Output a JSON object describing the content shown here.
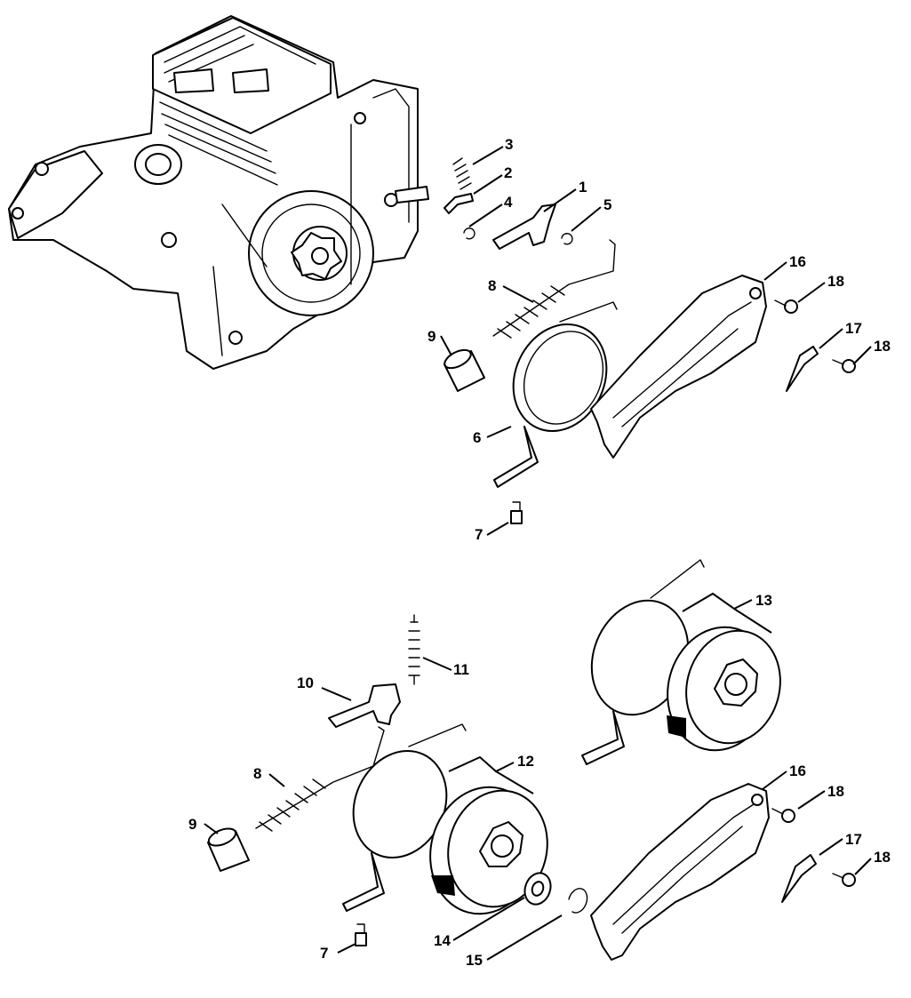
{
  "diagram": {
    "callouts": [
      "1",
      "2",
      "3",
      "4",
      "5",
      "6",
      "7",
      "8",
      "9",
      "10",
      "11",
      "12",
      "13",
      "14",
      "15",
      "16",
      "17",
      "18"
    ]
  },
  "colors": {
    "line": "#000000",
    "background": "#ffffff"
  }
}
